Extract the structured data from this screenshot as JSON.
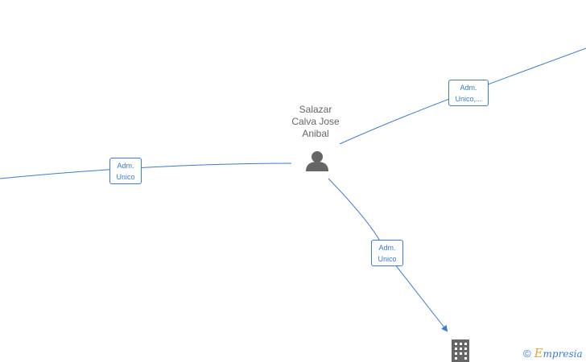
{
  "person": {
    "name": "Salazar\nCalva Jose\nAnibal",
    "icon": "person-icon"
  },
  "edges": [
    {
      "id": "left",
      "label_line1": "Adm.",
      "label_line2": "Unico"
    },
    {
      "id": "right",
      "label_line1": "Adm.",
      "label_line2": "Unico,..."
    },
    {
      "id": "bottom",
      "label_line1": "Adm.",
      "label_line2": "Unico"
    }
  ],
  "company": {
    "icon": "building-icon"
  },
  "watermark": {
    "symbol": "©",
    "brand_initial": "E",
    "brand_rest": "mpresia"
  },
  "colors": {
    "edge": "#3a7bd5",
    "icon": "#666666"
  }
}
